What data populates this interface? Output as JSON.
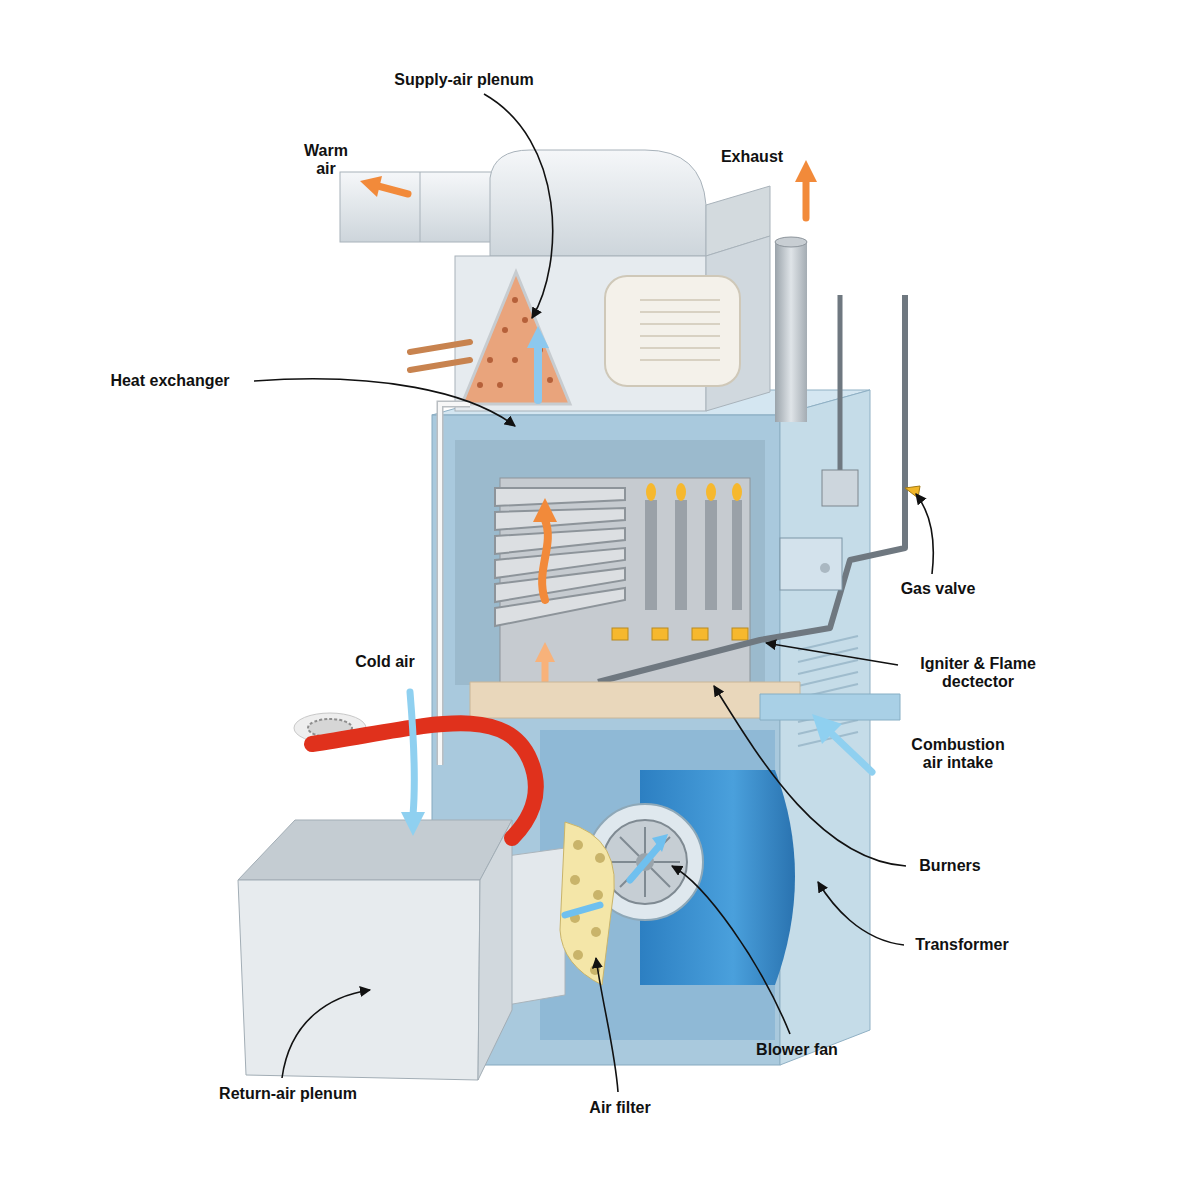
{
  "diagram": {
    "labels": [
      "Supply-air plenum",
      "Warm air",
      "Exhaust",
      "Heat exchanger",
      "Gas valve",
      "Igniter & Flame dectector",
      "Cold air",
      "Combustion air intake",
      "Burners",
      "Transformer",
      "Blower fan",
      "Return-air plenum",
      "Air filter"
    ]
  }
}
